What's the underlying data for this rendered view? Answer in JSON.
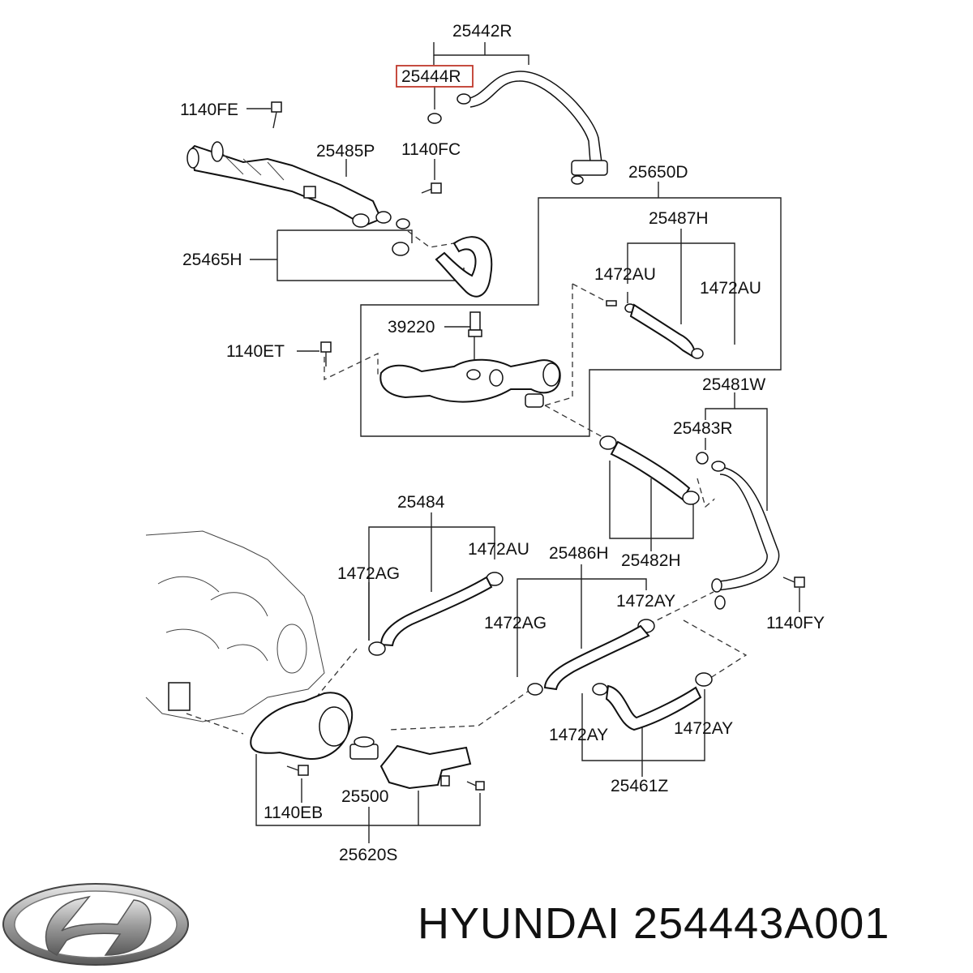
{
  "diagram": {
    "highlight_color": "#c0392b",
    "labels": {
      "p25442R": "25442R",
      "p25444R": "25444R",
      "p1140FE": "1140FE",
      "p25485P": "25485P",
      "p1140FC": "1140FC",
      "p25650D": "25650D",
      "p25487H": "25487H",
      "p25465H": "25465H",
      "p1472AU_a": "1472AU",
      "p1472AU_b": "1472AU",
      "p39220": "39220",
      "p1140ET": "1140ET",
      "p25481W": "25481W",
      "p25483R": "25483R",
      "p25484": "25484",
      "p1472AU_c": "1472AU",
      "p25486H": "25486H",
      "p25482H": "25482H",
      "p1472AG_a": "1472AG",
      "p1472AY_a": "1472AY",
      "p1472AG_b": "1472AG",
      "p1140FY": "1140FY",
      "p1472AY_b": "1472AY",
      "p1472AY_c": "1472AY",
      "p25500": "25500",
      "p25461Z": "25461Z",
      "p1140EB": "1140EB",
      "p25620S": "25620S"
    }
  },
  "footer": {
    "brand": "HYUNDAI",
    "part_number": "254443A001",
    "logo_icon": "hyundai-logo-icon"
  }
}
